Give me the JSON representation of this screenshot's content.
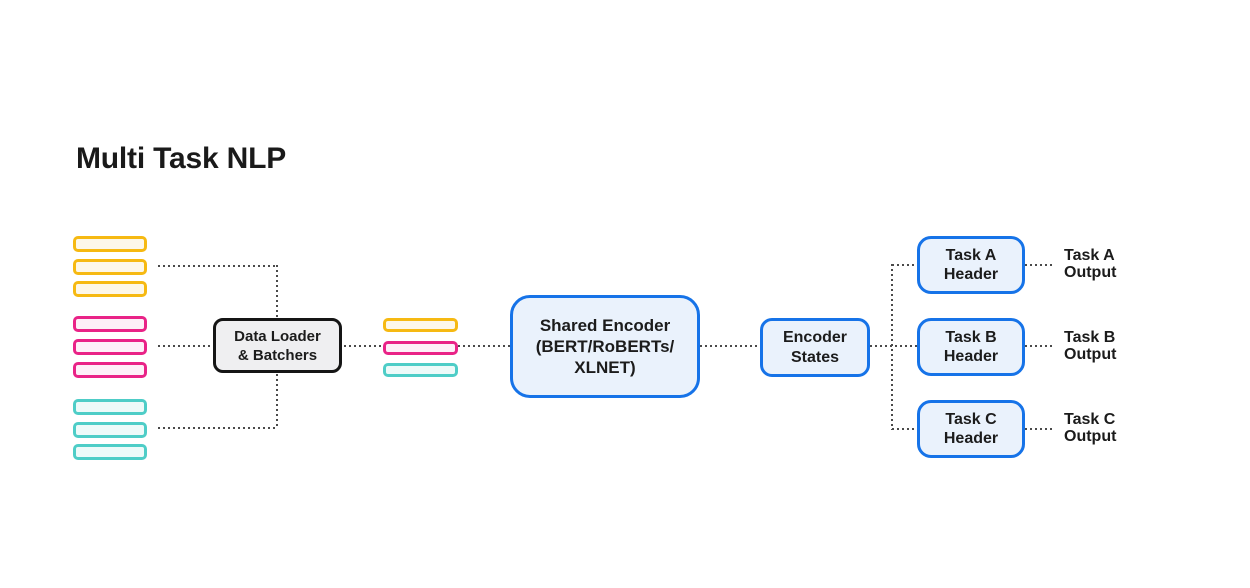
{
  "title": "Multi Task NLP",
  "colors": {
    "accent_blue": "#1673E8",
    "blue_fill": "#EAF2FC",
    "yellow": "#F6B912",
    "yellow_fill": "#FDF7E8",
    "pink": "#E92387",
    "pink_fill": "#FDF0F8",
    "teal": "#4ECDC7",
    "teal_fill": "#EDFAF9",
    "loader_border": "#151515",
    "loader_fill": "#EFEFF1",
    "connector_line": "#4A4A4A",
    "text": "#1C1C1C"
  },
  "input_groups": [
    {
      "name": "yellow-token-group",
      "bar_count": 3,
      "color": "#F6B912"
    },
    {
      "name": "pink-token-group",
      "bar_count": 3,
      "color": "#E92387"
    },
    {
      "name": "teal-token-group",
      "bar_count": 3,
      "color": "#4ECDC7"
    }
  ],
  "batched_tokens": {
    "bar_count": 3,
    "colors": [
      "#F6B912",
      "#E92387",
      "#4ECDC7"
    ]
  },
  "nodes": {
    "data_loader": {
      "line1": "Data Loader",
      "line2": "& Batchers"
    },
    "shared_encoder": {
      "line1": "Shared Encoder",
      "line2": "(BERT/RoBERTs/",
      "line3": "XLNET)"
    },
    "encoder_states": {
      "line1": "Encoder",
      "line2": "States"
    },
    "task_a_header": {
      "line1": "Task A",
      "line2": "Header"
    },
    "task_b_header": {
      "line1": "Task B",
      "line2": "Header"
    },
    "task_c_header": {
      "line1": "Task C",
      "line2": "Header"
    }
  },
  "outputs": {
    "task_a": {
      "line1": "Task A",
      "line2": "Output"
    },
    "task_b": {
      "line1": "Task B",
      "line2": "Output"
    },
    "task_c": {
      "line1": "Task C",
      "line2": "Output"
    }
  }
}
